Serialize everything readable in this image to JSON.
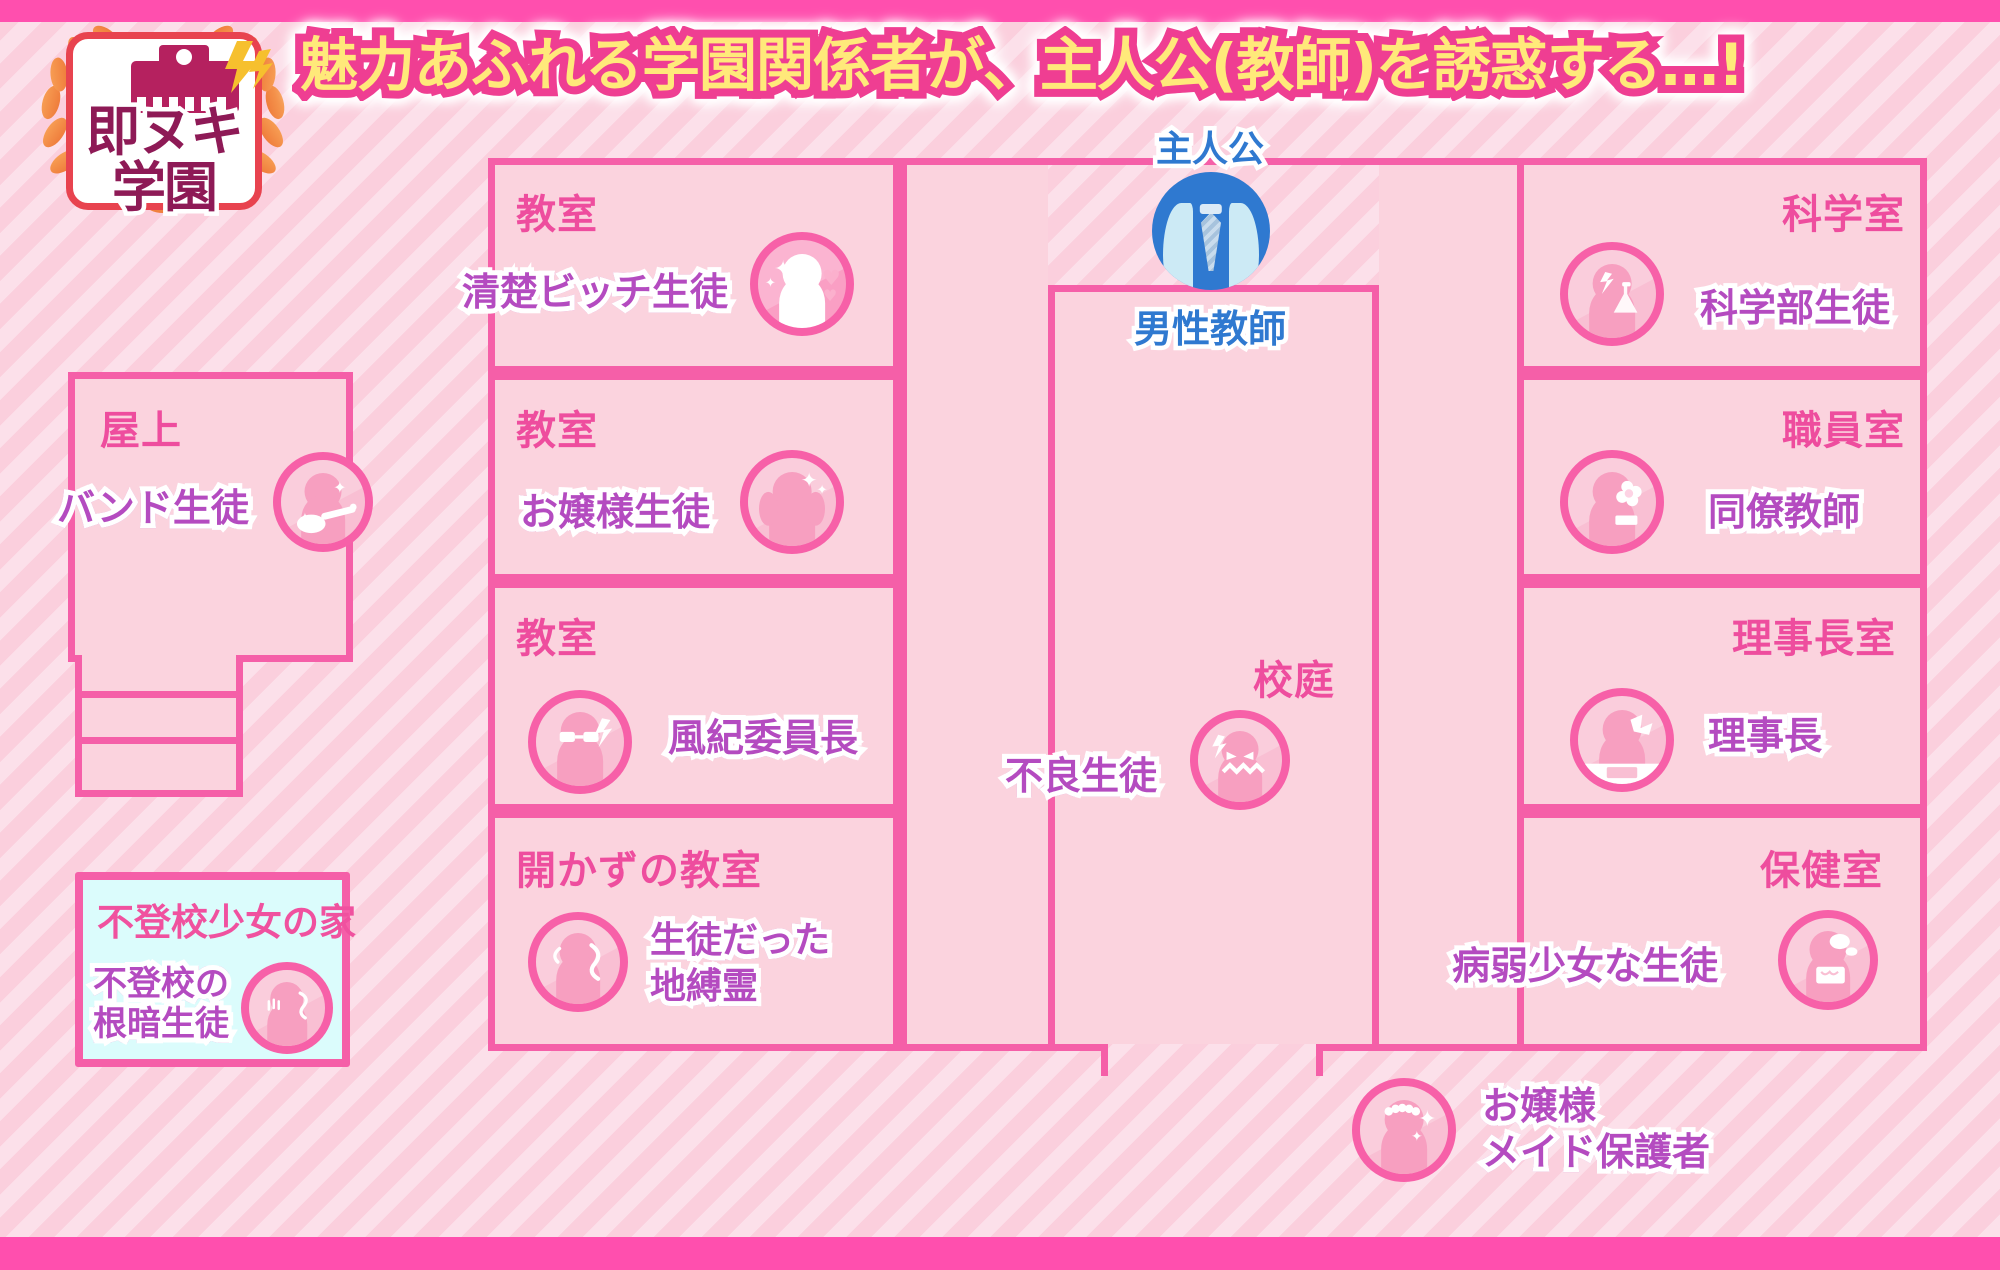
{
  "headline": "魅力あふれる学園関係者が、主人公(教師)を誘惑する…!",
  "logo": {
    "line1": "即ヌキ",
    "line2": "学園",
    "icon": "school-building-badge-icon"
  },
  "colors": {
    "frame_pink": "#ff4fae",
    "room_fill": "#fbd3de",
    "room_border": "#f55fa8",
    "room_label": "#ee4d9e",
    "charname": "#c34fb8",
    "headline_fill": "#ffe97a",
    "headline_stroke": "#ef3e92",
    "hero_blue": "#2f79d0",
    "house_fill": "#dbfcfc"
  },
  "hero": {
    "title": "主人公",
    "subtitle": "男性教師",
    "icon": "necktie-teacher-avatar-icon"
  },
  "left_column": {
    "rooftop": {
      "label": "屋上",
      "character": "バンド生徒",
      "icon": "guitar-student-avatar-icon"
    },
    "stairs": {
      "label": "stairs",
      "icon": "stairs-icon"
    },
    "house": {
      "label": "不登校少女の家",
      "character": "不登校の\n根暗生徒",
      "character_line1": "不登校の",
      "character_line2": "根暗生徒",
      "icon": "shy-student-avatar-icon"
    }
  },
  "classrooms": [
    {
      "label": "教室",
      "character": "清楚ビッチ生徒",
      "icon": "sparkle-heart-student-avatar-icon"
    },
    {
      "label": "教室",
      "character": "お嬢様生徒",
      "icon": "twintail-lady-student-avatar-icon"
    },
    {
      "label": "教室",
      "character": "風紀委員長",
      "icon": "glasses-prefect-avatar-icon"
    },
    {
      "label": "開かずの教室",
      "character_line1": "生徒だった",
      "character_line2": "地縛霊",
      "character": "生徒だった地縛霊",
      "icon": "ghost-student-avatar-icon"
    }
  ],
  "courtyard": {
    "label": "校庭",
    "characters": [
      {
        "name": "不良生徒",
        "icon": "delinquent-student-avatar-icon"
      }
    ]
  },
  "right_column": [
    {
      "label": "科学室",
      "character": "科学部生徒",
      "icon": "flask-science-student-avatar-icon"
    },
    {
      "label": "職員室",
      "character": "同僚教師",
      "icon": "flower-colleague-teacher-avatar-icon"
    },
    {
      "label": "理事長室",
      "character": "理事長",
      "icon": "ribbon-chairman-avatar-icon"
    },
    {
      "label": "保健室",
      "character": "病弱少女な生徒",
      "icon": "sickly-girl-student-avatar-icon"
    }
  ],
  "outside": {
    "character_line1": "お嬢様",
    "character_line2": "メイド保護者",
    "character": "お嬢様メイド保護者",
    "icon": "maid-guardian-avatar-icon"
  }
}
